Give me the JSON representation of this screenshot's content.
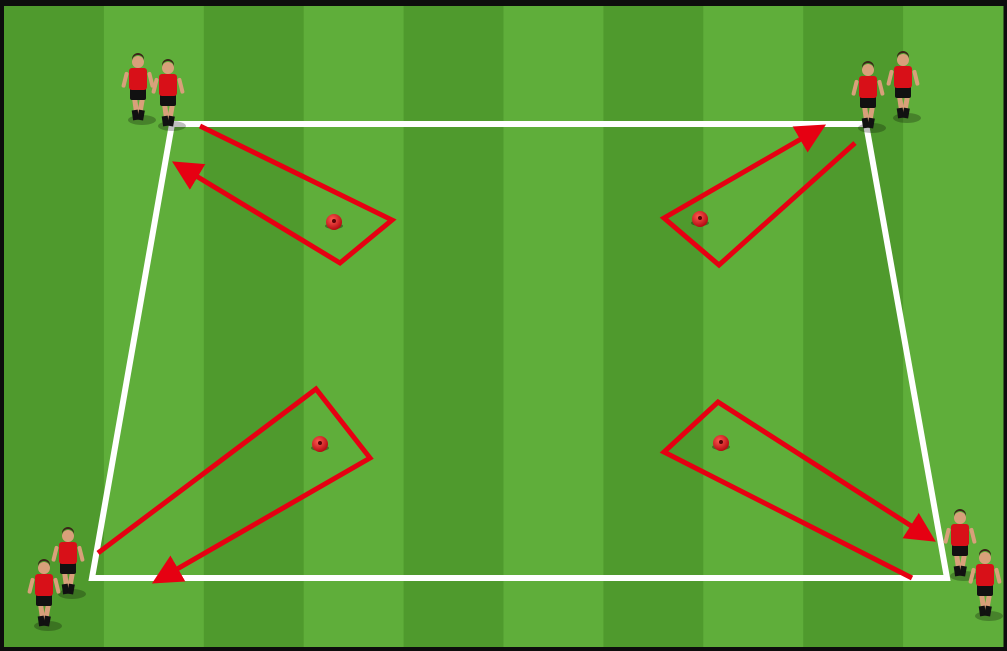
{
  "diagram": {
    "type": "soccer-drill",
    "view": "perspective",
    "pitch": {
      "stripe_count": 10,
      "colors": {
        "grass_light": "#5fae3a",
        "grass_dark": "#4f9a2d",
        "frame": "#0d0d0d"
      }
    },
    "grid": {
      "shape": "rectangle",
      "color": "#ffffff"
    },
    "drill": {
      "passing_routes": 4,
      "cones": 4,
      "player_groups": 4,
      "players_per_group": 2
    },
    "colors": {
      "arrow": "#e60012",
      "cone": "#d8141e",
      "jersey": "#d81018",
      "shorts": "#111111",
      "skin": "#d8a07a"
    },
    "icons": {
      "cone": "cone-icon",
      "player": "player-icon",
      "arrow": "pass-arrow"
    }
  }
}
